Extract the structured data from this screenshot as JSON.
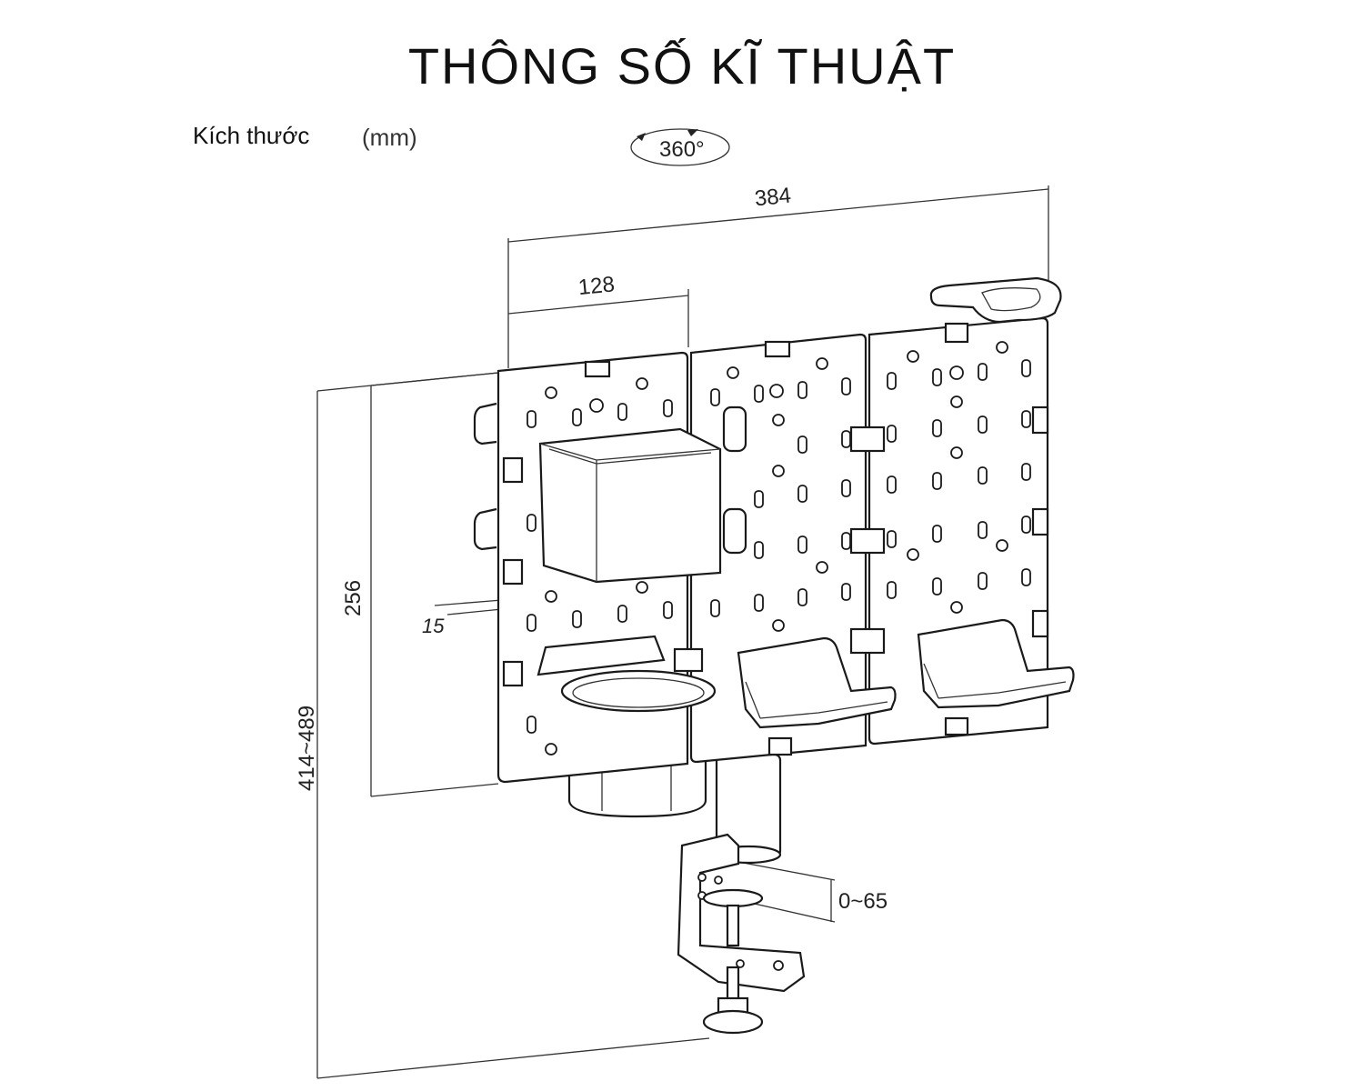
{
  "title": "THÔNG SỐ KĨ THUẬT",
  "subtitle": "Kích thước",
  "unit": "(mm)",
  "rotation_label": "360°",
  "dimensions": {
    "total_width": "384",
    "panel_width": "128",
    "panel_height": "256",
    "thickness": "15",
    "total_height": "414~489",
    "clamp_range": "0~65"
  }
}
